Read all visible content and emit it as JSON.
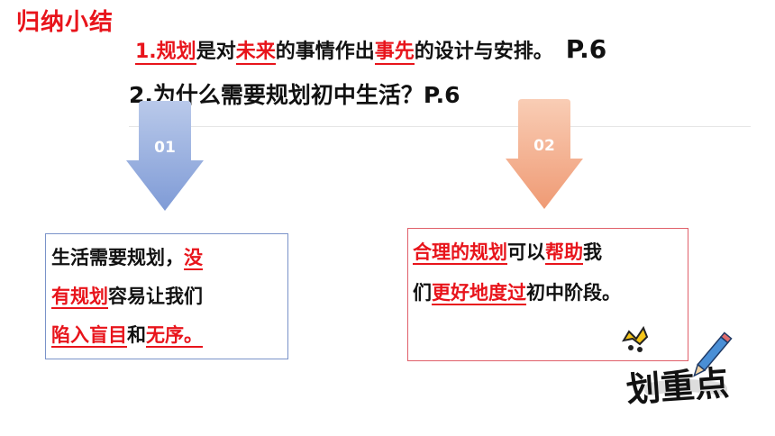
{
  "summary_title": "归纳小结",
  "point1": {
    "num": "1.",
    "w1": "规划",
    "t1": "是对",
    "w2": "未来",
    "t2": "的事情作出",
    "w3": "事先",
    "t3": "的设计与安排。",
    "page": "P.6"
  },
  "point2": "2.为什么需要规划初中生活？P.6",
  "arrows": {
    "a1": "01",
    "a2": "02"
  },
  "box1": {
    "l1_a": "生活需要规划，",
    "l1_b": "没",
    "l2_a": "有规划",
    "l2_b": "容易让我们",
    "l3_a": "陷入盲目",
    "l3_b": "和",
    "l3_c": "无序。"
  },
  "box2": {
    "l1_a": "合理的规划",
    "l1_b": "可以",
    "l1_c": "帮助",
    "l1_d": "我",
    "l2_a": "们",
    "l2_b": "更好地度过",
    "l2_c": "初中阶段。"
  },
  "stamp_text": "划重点",
  "colors": {
    "accent_red": "#e8141b",
    "arrow_blue": "#8ea8dc",
    "arrow_orange": "#f2a57f"
  }
}
